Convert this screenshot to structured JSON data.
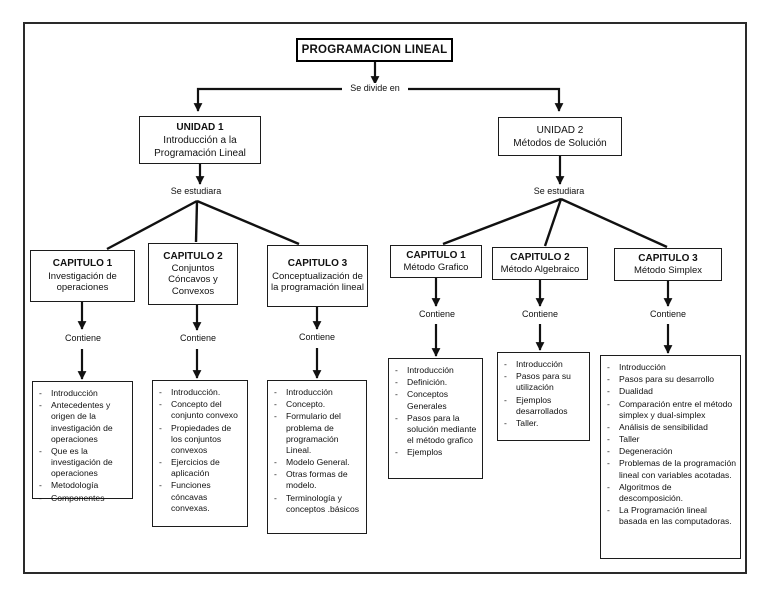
{
  "colors": {
    "ink": "#111111",
    "background": "#ffffff"
  },
  "diagram": {
    "title": "PROGRAMACION LINEAL",
    "labels": {
      "divide": "Se divide en",
      "estudiara": "Se estudiara",
      "contiene": "Contiene"
    },
    "unidad1": {
      "title": "UNIDAD 1",
      "subtitle": "Introducción a la Programación Lineal",
      "capitulos": [
        {
          "title": "CAPITULO 1",
          "subtitle": "Investigación de operaciones",
          "items": [
            "Introducción",
            "Antecedentes y origen de la investigación de operaciones",
            "Que es la investigación de operaciones",
            "Metodología",
            "Componentes"
          ]
        },
        {
          "title": "CAPITULO 2",
          "subtitle": "Conjuntos Cóncavos y Convexos",
          "items": [
            "Introducción.",
            "Concepto del conjunto convexo",
            "Propiedades de los conjuntos convexos",
            "Ejercicios de aplicación",
            "Funciones cóncavas convexas."
          ]
        },
        {
          "title": "CAPITULO 3",
          "subtitle": "Conceptualización de la programación lineal",
          "items": [
            "Introducción",
            "Concepto.",
            "Formulario del problema de programación Lineal.",
            "Modelo General.",
            "Otras formas de modelo.",
            "Terminología y conceptos .básicos"
          ]
        }
      ]
    },
    "unidad2": {
      "title": "UNIDAD 2",
      "subtitle": "Métodos de Solución",
      "capitulos": [
        {
          "title": "CAPITULO 1",
          "subtitle": "Método Grafico",
          "items": [
            "Introducción",
            "Definición.",
            "Conceptos Generales",
            "Pasos para la solución mediante el método grafico",
            "Ejemplos"
          ]
        },
        {
          "title": "CAPITULO 2",
          "subtitle": "Método Algebraico",
          "items": [
            "Introducción",
            "Pasos para su utilización",
            "Ejemplos desarrollados",
            "Taller."
          ]
        },
        {
          "title": "CAPITULO 3",
          "subtitle": "Método Simplex",
          "items": [
            "Introducción",
            "Pasos para su desarrollo",
            "Dualidad",
            "Comparación entre el método simplex y dual-simplex",
            "Análisis de sensibilidad",
            "Taller",
            "Degeneración",
            "Problemas de la programación lineal con variables acotadas.",
            "Algoritmos de descomposición.",
            "La Programación lineal basada en las computadoras."
          ]
        }
      ]
    }
  }
}
